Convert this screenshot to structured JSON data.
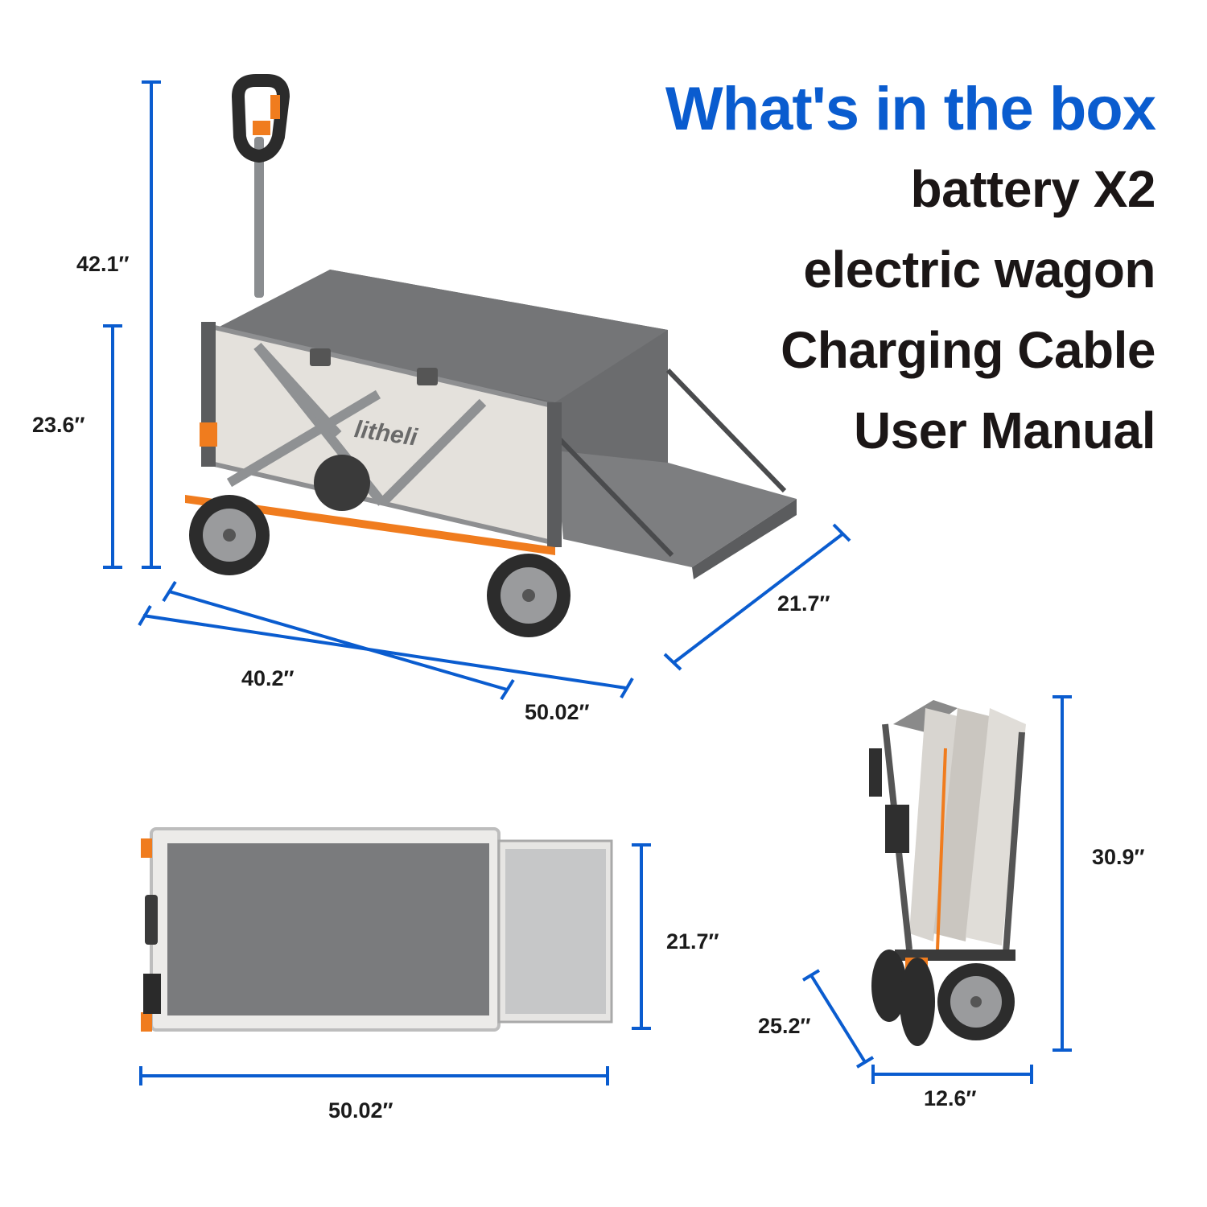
{
  "box": {
    "title": "What's in the box",
    "items": [
      "battery X2",
      "electric wagon",
      "Charging Cable",
      "User Manual"
    ]
  },
  "brand": {
    "logo_text": "litheli"
  },
  "dimensions": {
    "height_total": "42.1′′",
    "height_body": "23.6′′",
    "width_perspective": "21.7′′",
    "length_body": "40.2′′",
    "length_extended": "50.02′′",
    "top_width": "21.7′′",
    "top_length": "50.02′′",
    "folded_height": "30.9′′",
    "folded_depth": "25.2′′",
    "folded_width": "12.6′′"
  },
  "colors": {
    "dimension_line": "#0a5ccf",
    "title": "#0a5ccf",
    "text": "#1b1616",
    "accent": "#f07c1e"
  }
}
